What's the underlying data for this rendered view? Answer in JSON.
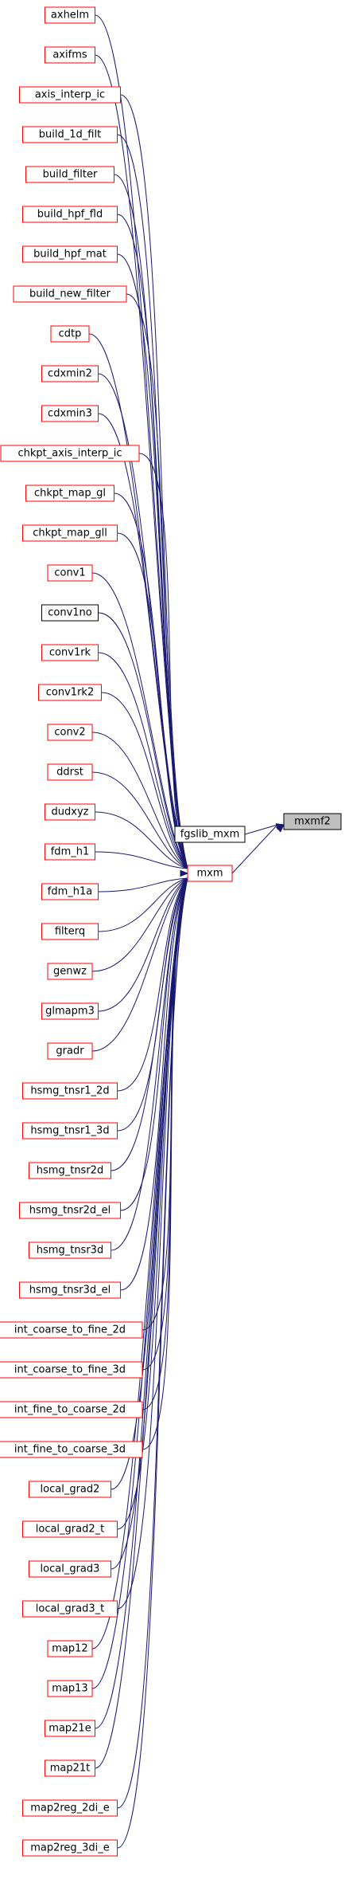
{
  "callers": [
    "axhelm",
    "axifms",
    "axis_interp_ic",
    "build_1d_filt",
    "build_filter",
    "build_hpf_fld",
    "build_hpf_mat",
    "build_new_filter",
    "cdtp",
    "cdxmin2",
    "cdxmin3",
    "chkpt_axis_interp_ic",
    "chkpt_map_gl",
    "chkpt_map_gll",
    "conv1",
    "conv1no",
    "conv1rk",
    "conv1rk2",
    "conv2",
    "ddrst",
    "dudxyz",
    "fdm_h1",
    "fdm_h1a",
    "filterq",
    "genwz",
    "glmapm3",
    "gradr",
    "hsmg_tnsr1_2d",
    "hsmg_tnsr1_3d",
    "hsmg_tnsr2d",
    "hsmg_tnsr2d_el",
    "hsmg_tnsr3d",
    "hsmg_tnsr3d_el",
    "int_coarse_to_fine_2d",
    "int_coarse_to_fine_3d",
    "int_fine_to_coarse_2d",
    "int_fine_to_coarse_3d",
    "local_grad2",
    "local_grad2_t",
    "local_grad3",
    "local_grad3_t",
    "map12",
    "map13",
    "map21e",
    "map21t",
    "map2reg_2di_e",
    "map2reg_3di_e"
  ],
  "black_border_callers": [
    "conv1no"
  ],
  "mxm": "mxm",
  "fgslib_mxm": "fgslib_mxm",
  "target": "mxmf2",
  "colors": {
    "edge": "#191970",
    "red_border": "#ff0000",
    "black_border": "#000000",
    "target_fill": "#bfbfbf"
  }
}
